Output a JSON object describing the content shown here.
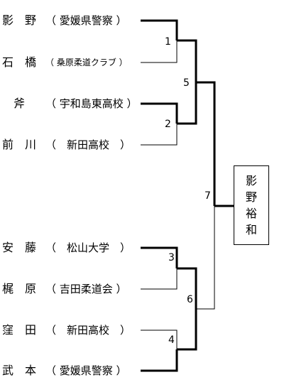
{
  "players": [
    {
      "name": "影　野",
      "affiliation": "（ 愛媛県警察 ）"
    },
    {
      "name": "石　橋",
      "affiliation": "（ 桑原柔道クラブ ）"
    },
    {
      "name": "　斧",
      "affiliation": "（ 宇和島東高校 ）"
    },
    {
      "name": "前　川",
      "affiliation": "（　新田高校　）"
    },
    {
      "name": "安　藤",
      "affiliation": "（　松山大学　）"
    },
    {
      "name": "梶　原",
      "affiliation": "（ 吉田柔道会 ）"
    },
    {
      "name": "窪　田",
      "affiliation": "（　新田高校　）"
    },
    {
      "name": "武　本",
      "affiliation": "（ 愛媛県警察 ）"
    }
  ],
  "matches": [
    "1",
    "2",
    "3",
    "4",
    "5",
    "6",
    "7"
  ],
  "winner": {
    "chars": [
      "影",
      "野",
      "裕",
      "和"
    ]
  }
}
